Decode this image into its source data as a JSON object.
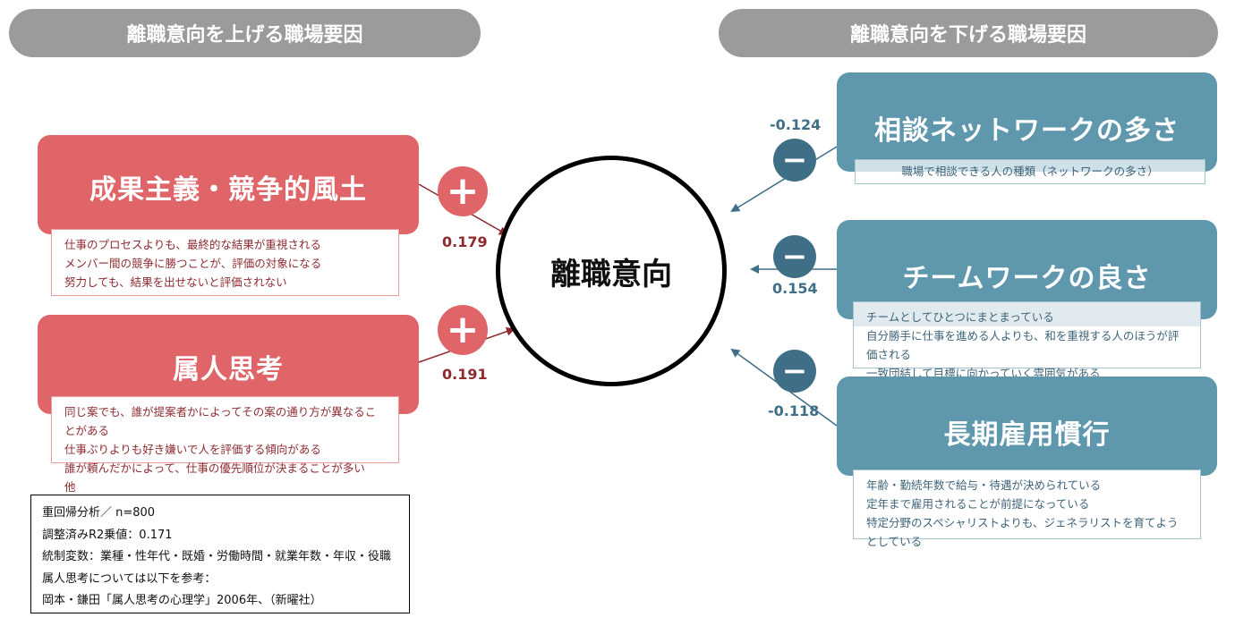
{
  "headers": {
    "left": "離職意向を上げる職場要因",
    "right": "離職意向を下げる職場要因"
  },
  "center_label": "離職意向",
  "positive_factors": [
    {
      "title": "成果主義・競争的風土",
      "coefficient": "0.179",
      "sign": "+",
      "items": [
        "仕事のプロセスよりも、最終的な結果が重視される",
        "メンバー間の競争に勝つことが、評価の対象になる",
        "努力しても、結果を出せないと評価されない"
      ]
    },
    {
      "title": "属人思考",
      "coefficient": "0.191",
      "sign": "+",
      "items": [
        "同じ案でも、誰が提案者かによってその案の通り方が異なることがある",
        "仕事ぶりよりも好き嫌いで人を評価する傾向がある",
        "誰が頼んだかによって、仕事の優先順位が決まることが多い　　他"
      ]
    }
  ],
  "negative_factors": [
    {
      "title": "相談ネットワークの多さ",
      "coefficient": "-0.124",
      "sign": "−",
      "items": [
        "職場で相談できる人の種類（ネットワークの多さ）"
      ]
    },
    {
      "title": "チームワークの良さ",
      "coefficient": "0.154",
      "sign": "−",
      "items": [
        "チームとしてひとつにまとまっている",
        "自分勝手に仕事を進める人よりも、和を重視する人のほうが評価される",
        "一致団結して目標に向かっていく雰囲気がある"
      ]
    },
    {
      "title": "長期雇用慣行",
      "coefficient": "-0.118",
      "sign": "−",
      "items": [
        "年齢・勤続年数で給与・待遇が決められている",
        "定年まで雇用されることが前提になっている",
        "特定分野のスペシャリストよりも、ジェネラリストを育てようとしている"
      ]
    }
  ],
  "notes": [
    "重回帰分析／ n=800",
    "調整済みR2乗値：0.171",
    "統制変数：業種・性年代・既婚・労働時間・就業年数・年収・役職",
    "属人思考については以下を参考：",
    "岡本・鎌田「属人思考の心理学」2006年、（新曜社）"
  ],
  "colors": {
    "red_box": "#e06569",
    "blue_box": "#5f97ad",
    "minus_circle": "#3e6f86",
    "header_pill": "#9b9b9d",
    "positive_text": "#8f2a2f"
  }
}
